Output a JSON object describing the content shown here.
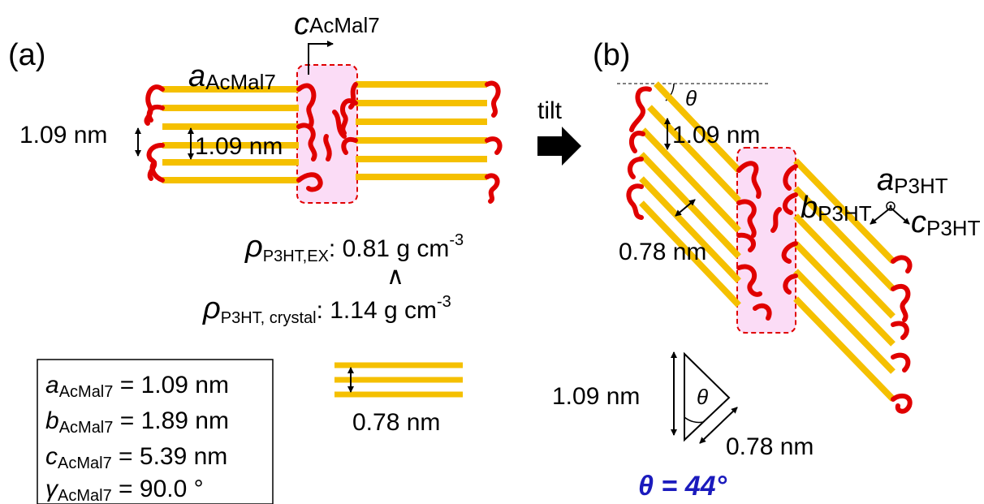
{
  "colors": {
    "chain_bar": "#f5c000",
    "side_chain": "#e00000",
    "amorphous_fill": "#fbdcf6",
    "amorphous_border": "#e00000",
    "theta_result": "#1b1bbd",
    "text": "#000000"
  },
  "panel_a": {
    "label": "(a)",
    "axis_c_symbol": "c",
    "axis_c_sub": "AcMal7",
    "axis_a_symbol": "a",
    "axis_a_sub": "AcMal7",
    "spacing_outer": "1.09 nm",
    "spacing_inner": "1.09 nm",
    "rho_ex_symbol": "ρ",
    "rho_ex_sub": "P3HT,EX",
    "rho_ex_value": ": 0.81 g cm",
    "rho_ex_exp": "-3",
    "comparison_symbol": "∧",
    "rho_crystal_symbol": "ρ",
    "rho_crystal_sub": "P3HT, crystal",
    "rho_crystal_value": ": 1.14 g cm",
    "rho_crystal_exp": "-3",
    "stack_spacing": "0.78 nm"
  },
  "cell_box": {
    "rows": [
      {
        "symbol": "a",
        "sub": "AcMal7",
        "value": " = 1.09 nm"
      },
      {
        "symbol": "b",
        "sub": "AcMal7",
        "value": " = 1.89 nm"
      },
      {
        "symbol": "c",
        "sub": "AcMal7",
        "value": " = 5.39 nm"
      },
      {
        "symbol": "γ",
        "sub": "AcMal7",
        "value": " = 90.0 °"
      }
    ]
  },
  "arrow_label": "tilt",
  "panel_b": {
    "label": "(b)",
    "theta_symbol": "θ",
    "spacing_long": "1.09 nm",
    "spacing_short": "0.78 nm",
    "axis_a_symbol": "a",
    "axis_a_sub": "P3HT",
    "axis_b_symbol": "b",
    "axis_b_sub": "P3HT",
    "axis_c_symbol": "c",
    "axis_c_sub": "P3HT",
    "triangle_long": "1.09 nm",
    "triangle_short": "0.78 nm",
    "triangle_theta": "θ",
    "result": "θ = 44°"
  }
}
